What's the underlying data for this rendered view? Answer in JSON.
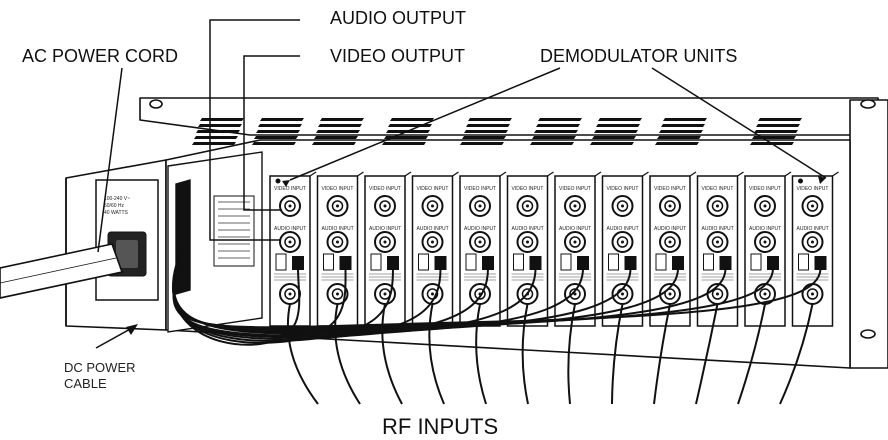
{
  "labels": {
    "audio_output": "AUDIO OUTPUT",
    "video_output": "VIDEO OUTPUT",
    "ac_power_cord": "AC POWER CORD",
    "demodulator_units": "DEMODULATOR UNITS",
    "dc_power_cable_line1": "DC POWER",
    "dc_power_cable_line2": "CABLE",
    "rf_inputs": "RF INPUTS"
  },
  "power_plate": {
    "line1": "100-240 V~",
    "line2": "50/60 Hz",
    "line3": "40 WATTS"
  },
  "module_labels": {
    "video_input": "VIDEO INPUT",
    "audio_input": "AUDIO INPUT"
  },
  "module_count": 12
}
